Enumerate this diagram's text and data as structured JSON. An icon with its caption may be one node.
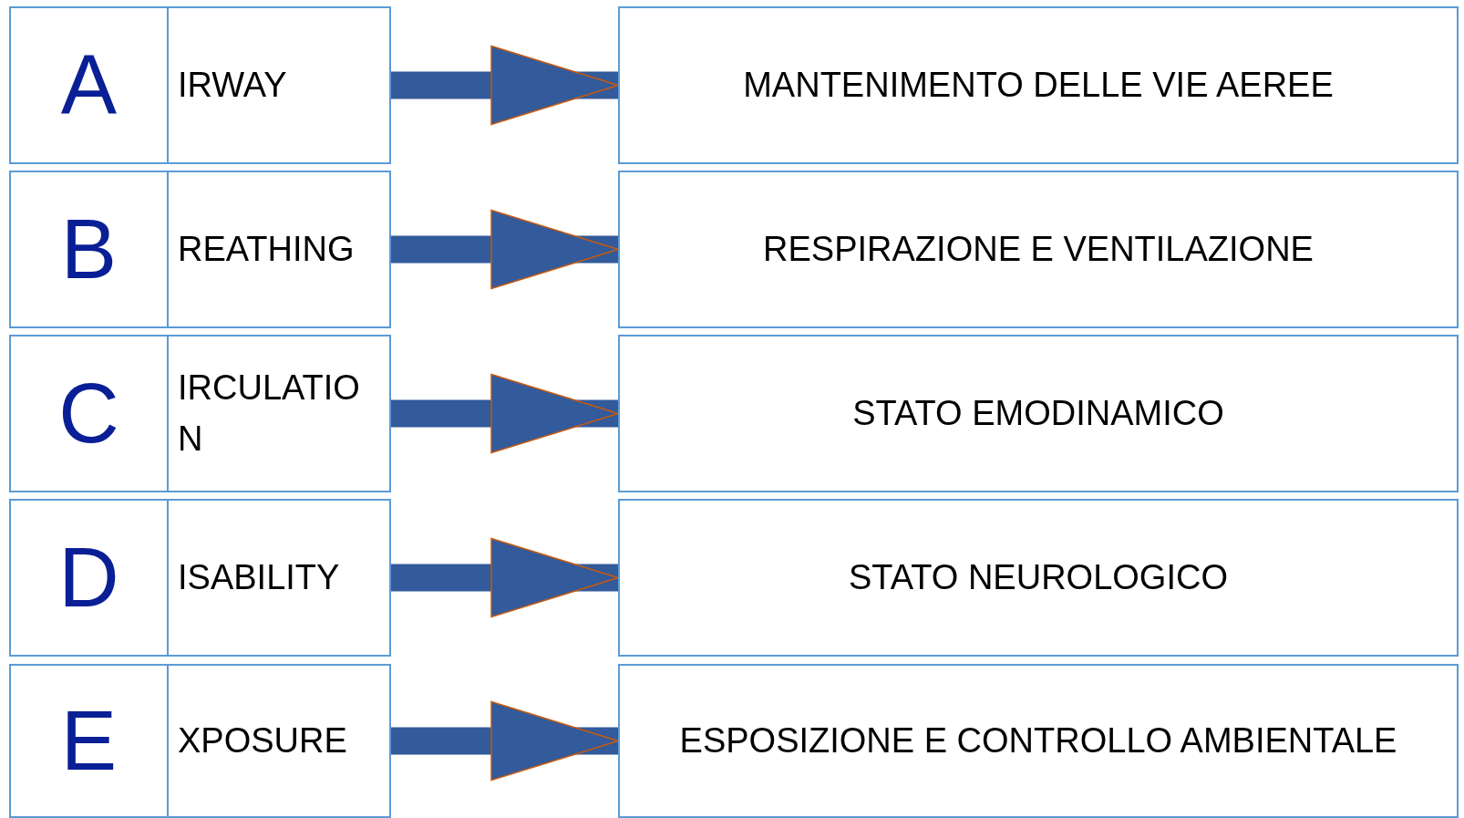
{
  "diagram": {
    "nodes": [
      {
        "text": [
          "A"
        ]
      },
      {
        "text": [
          "IRWAY"
        ]
      },
      {
        "text": [
          "MANTENIMENTO DELLE VIE AEREE"
        ]
      },
      {
        "text": [
          "B"
        ]
      },
      {
        "text": [
          "REATHING"
        ]
      },
      {
        "text": [
          "RESPIRAZIONE E VENTILAZIONE"
        ]
      },
      {
        "text": [
          "C"
        ]
      },
      {
        "text": [
          "IRCULATION"
        ]
      },
      {
        "text": [
          "STATO EMODINAMICO"
        ]
      },
      {
        "text": [
          "D"
        ]
      },
      {
        "text": [
          "ISABILITY"
        ]
      },
      {
        "text": [
          "STATO NEUROLOGICO"
        ]
      },
      {
        "text": [
          "E"
        ]
      },
      {
        "text": [
          "XPOSURE"
        ]
      },
      {
        "text": [
          "ESPOSIZIONE E CONTROLLO AMBIENTALE"
        ]
      }
    ],
    "edges": [
      {
        "from": 1,
        "to": 2,
        "arrow": "to"
      },
      {
        "from": 4,
        "to": 5,
        "arrow": "to"
      },
      {
        "from": 7,
        "to": 8,
        "arrow": "to"
      },
      {
        "from": 10,
        "to": 11,
        "arrow": "to"
      },
      {
        "from": 13,
        "to": 14,
        "arrow": "to"
      }
    ]
  }
}
